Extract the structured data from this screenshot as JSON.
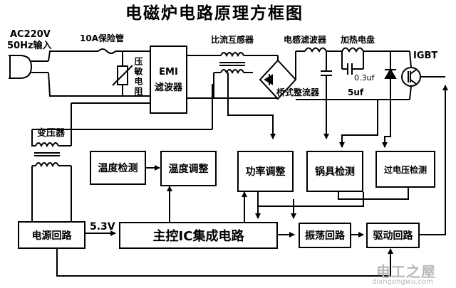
{
  "title": "电磁炉电路原理方框图",
  "input": {
    "line1": "AC220V",
    "line2": "50Hz输入"
  },
  "labels": {
    "fuse": "10A保险管",
    "varistor": "压敏电阻",
    "current_transformer": "比流互感器",
    "inductor_filter": "电感滤波器",
    "heating_coil": "加热电盘",
    "igbt": "IGBT",
    "cap_small": "0.3uf",
    "cap_large": "5uf",
    "bridge_rectifier": "桥式整流器",
    "transformer": "变压器",
    "voltage_5v3": "5.3V"
  },
  "blocks": {
    "emi": {
      "line1": "EMI",
      "line2": "滤波器"
    },
    "temp_detect": "温度检测",
    "temp_adjust": "温度调整",
    "power_adjust": "功率调整",
    "pot_detect": "锅具检测",
    "overvoltage": "过电压检测",
    "power_circuit": "电源回路",
    "main_ic": "主控IC集成电路",
    "oscillator": "振荡回路",
    "driver": "驱动回路"
  },
  "watermark": {
    "line1": "电工之屋",
    "line2": "diangongwu.com"
  },
  "colors": {
    "line": "#000000",
    "background": "#ffffff",
    "watermark": "#b9b9b9"
  }
}
